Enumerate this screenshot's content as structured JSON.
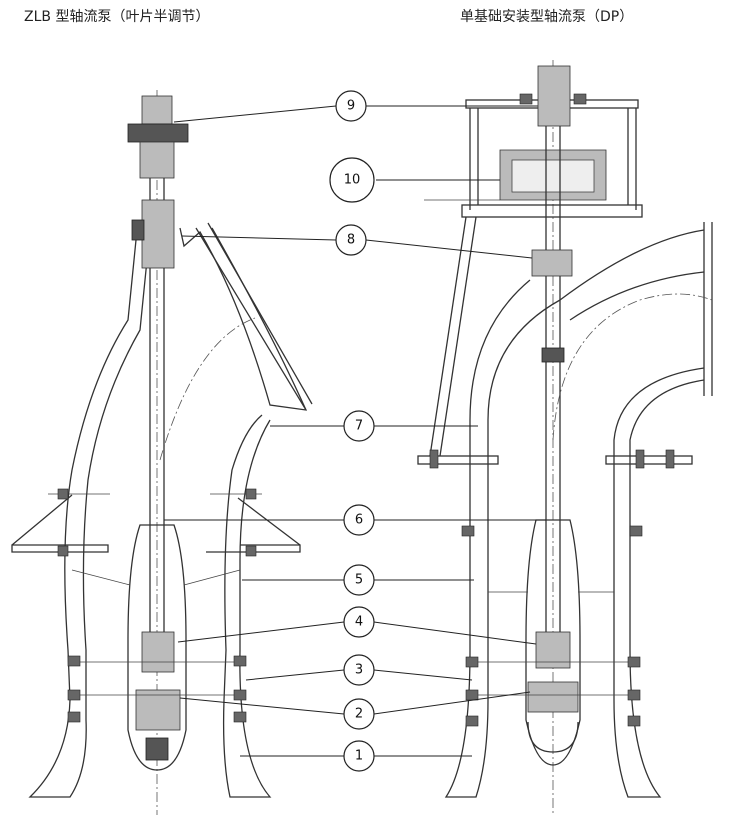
{
  "titles": {
    "left": "ZLB 型轴流泵（叶片半调节）",
    "right": "单基础安装型轴流泵（DP）"
  },
  "callouts": [
    {
      "label": "9"
    },
    {
      "label": "10"
    },
    {
      "label": "8"
    },
    {
      "label": "7"
    },
    {
      "label": "6"
    },
    {
      "label": "5"
    },
    {
      "label": "4"
    },
    {
      "label": "3"
    },
    {
      "label": "2"
    },
    {
      "label": "1"
    }
  ],
  "colors": {
    "line": "#333333",
    "background": "#ffffff"
  }
}
